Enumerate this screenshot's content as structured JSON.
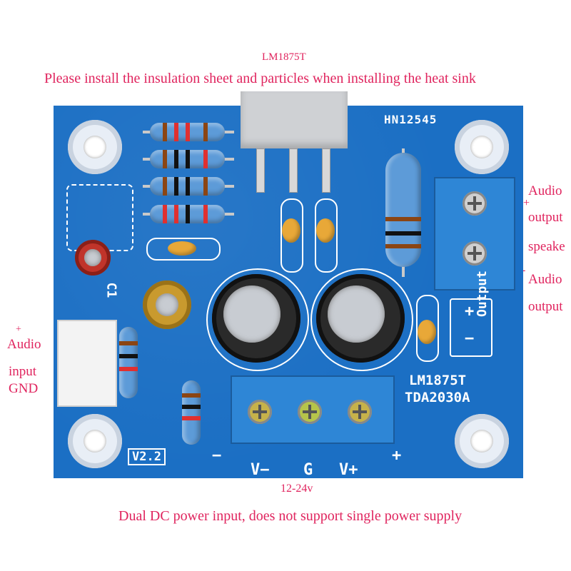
{
  "annotations": {
    "chip_label": "LM1875T",
    "heatsink_note": "Please install the insulation sheet and particles when installing the heat sink",
    "output_plus": "+",
    "output_audio_1": "Audio",
    "output_output_1": "output",
    "output_speaker": "speake",
    "output_minus": "-",
    "output_audio_2": "Audio",
    "output_output_2": "output",
    "input_plus": "+",
    "input_audio": "Audio",
    "input_input": "input",
    "input_gnd": "GND",
    "voltage": "12-24v",
    "power_note": "Dual DC power input, does not support single power supply"
  },
  "board": {
    "part_code": "HN12545",
    "version": "V2.2",
    "ic_line_1": "LM1875T",
    "ic_line_2": "TDA2030A",
    "output_label": "Output",
    "power_minus": "V−",
    "power_gnd": "G",
    "power_plus": "V+",
    "c1_label": "C1",
    "minus_sign": "−",
    "plus_sign": "+"
  },
  "colors": {
    "annotation_text": "#e0245e",
    "pcb_blue": "#1b6fc4",
    "silkscreen": "#ffffff"
  }
}
